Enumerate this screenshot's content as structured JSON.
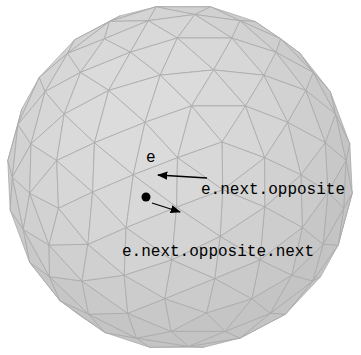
{
  "diagram": {
    "labels": [
      "e",
      "e.next.opposite",
      "e.next.opposite.next"
    ]
  }
}
